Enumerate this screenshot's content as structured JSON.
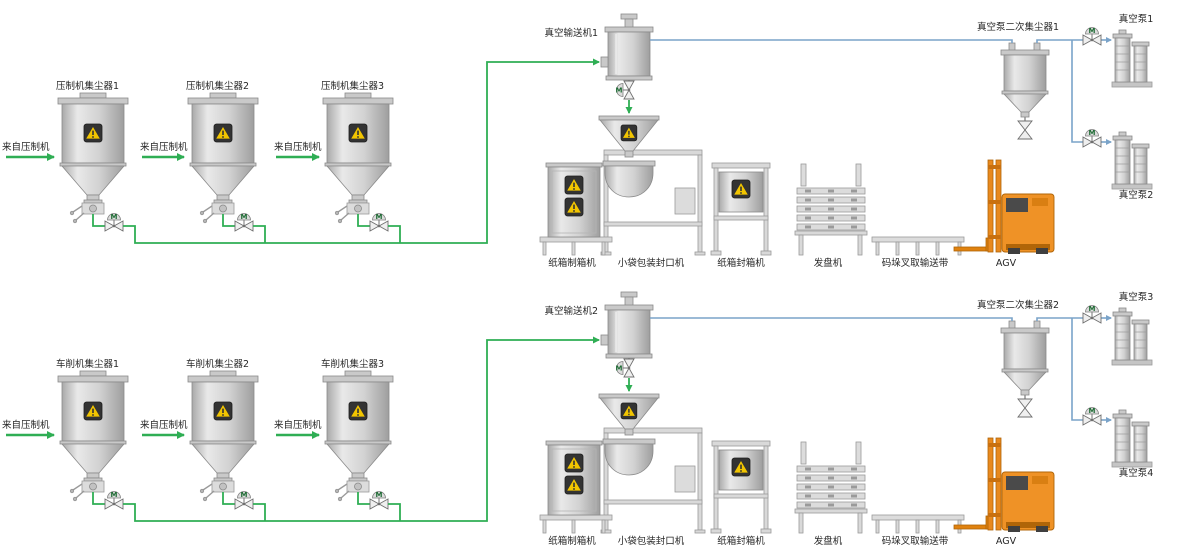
{
  "diagram": {
    "colors": {
      "pipe_green": "#2fae54",
      "pipe_blue": "#7aa3c9",
      "agv_orange": "#e8891e",
      "warning_yellow": "#f2c500",
      "warning_panel": "#333333"
    },
    "labels": {
      "valve_motor": "M"
    },
    "top": {
      "conveyor": "真空输送机1",
      "collectors": [
        {
          "name": "压制机集尘器1",
          "source": "来自压制机"
        },
        {
          "name": "压制机集尘器2",
          "source": "来自压制机"
        },
        {
          "name": "压制机集尘器3",
          "source": "来自压制机"
        }
      ],
      "equipment": {
        "box_maker": "纸箱制箱机",
        "bag_sealer": "小袋包装封口机",
        "carton_sealer": "纸箱封箱机",
        "tray_dispenser": "发盘机",
        "pallet_conveyor": "码垛叉取输送带",
        "agv": "AGV"
      },
      "secondary_collector": "真空泵二次集尘器1",
      "pumps": [
        "真空泵1",
        "真空泵2"
      ]
    },
    "bottom": {
      "conveyor": "真空输送机2",
      "collectors": [
        {
          "name": "车削机集尘器1",
          "source": "来自压制机"
        },
        {
          "name": "车削机集尘器2",
          "source": "来自压制机"
        },
        {
          "name": "车削机集尘器3",
          "source": "来自压制机"
        }
      ],
      "equipment": {
        "box_maker": "纸箱制箱机",
        "bag_sealer": "小袋包装封口机",
        "carton_sealer": "纸箱封箱机",
        "tray_dispenser": "发盘机",
        "pallet_conveyor": "码垛叉取输送带",
        "agv": "AGV"
      },
      "secondary_collector": "真空泵二次集尘器2",
      "pumps": [
        "真空泵3",
        "真空泵4"
      ]
    }
  }
}
